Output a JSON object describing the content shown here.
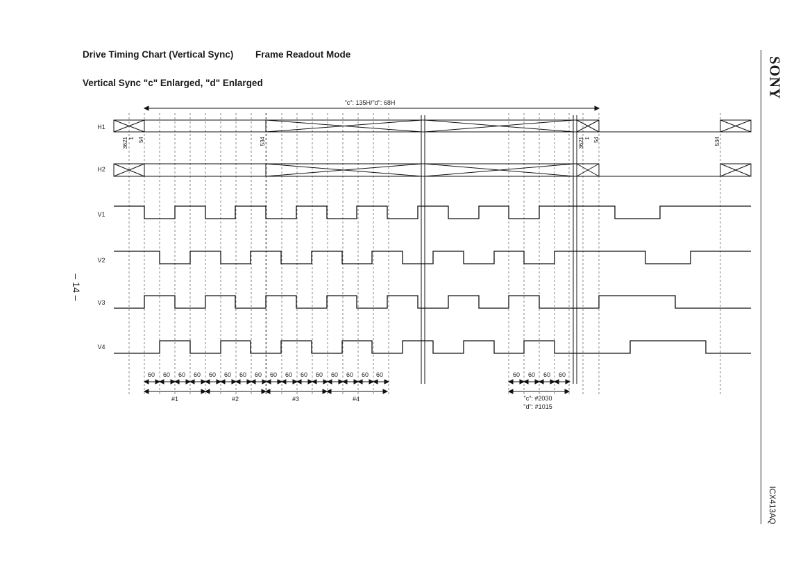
{
  "page": {
    "title": "Drive Timing Chart (Vertical Sync)",
    "mode": "Frame Readout Mode",
    "subtitle": "Vertical Sync \"c\" Enlarged, \"d\" Enlarged",
    "brand": "SONY",
    "model": "ICX413AQ",
    "page_number": "– 14 –"
  },
  "timing": {
    "span_label": "\"c\": 135H/\"d\": 68H",
    "signals": [
      "H1",
      "H2",
      "V1",
      "V2",
      "V3",
      "V4"
    ],
    "h1_ticks_left": [
      "3621",
      "1",
      "54"
    ],
    "h1_tick_mid": "534",
    "h1_ticks_right": [
      "3621",
      "1",
      "54"
    ],
    "h1_tick_far": "534",
    "pulse_width_label": "60",
    "group_labels": [
      "#1",
      "#2",
      "#3",
      "#4"
    ],
    "final_group_label_c": "\"c\": #2030",
    "final_group_label_d": "\"d\": #1015"
  }
}
